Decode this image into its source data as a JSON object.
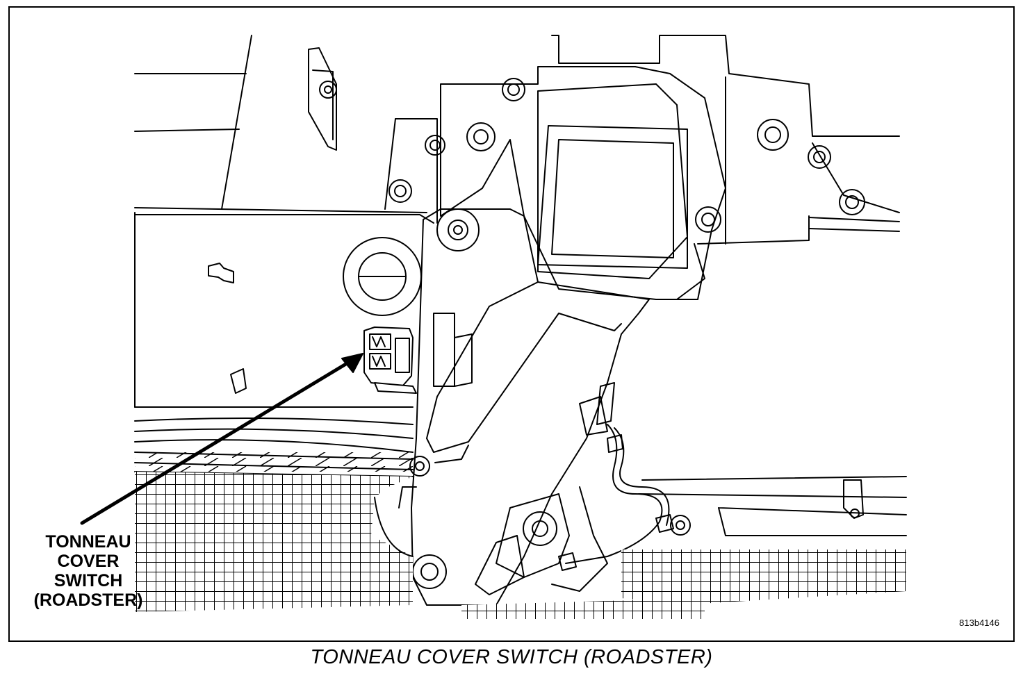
{
  "callout": {
    "lines": [
      "TONNEAU",
      "COVER",
      "SWITCH",
      "(ROADSTER)"
    ]
  },
  "figure_id": "813b4146",
  "caption": "TONNEAU COVER SWITCH (ROADSTER)",
  "colors": {
    "ink": "#000000",
    "paper": "#ffffff"
  },
  "icons": [
    "arrow-pointer-icon"
  ]
}
